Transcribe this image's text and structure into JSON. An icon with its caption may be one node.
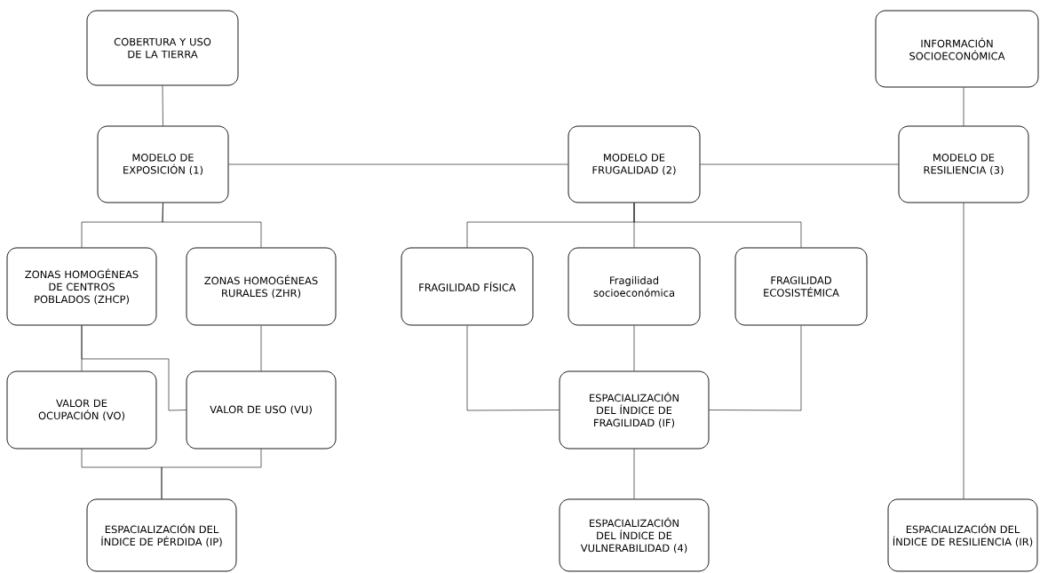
{
  "diagram": {
    "nodes": [
      {
        "text": [
          "COBERTURA Y USO DE LA TIERRA"
        ]
      },
      {
        "text": [
          "INFORMACIÓN SOCIOECONÓMICA"
        ]
      },
      {
        "text": [
          "MODELO DE EXPOSICIÓN (1)"
        ]
      },
      {
        "text": [
          "MODELO DE FRUGALIDAD (2)"
        ]
      },
      {
        "text": [
          "MODELO DE RESILIENCIA (3)"
        ]
      },
      {
        "text": [
          "ZONAS HOMOGÉNEAS DE CENTROS POBLADOS (ZHCP)"
        ]
      },
      {
        "text": [
          "ZONAS HOMOGÉNEAS RURALES (ZHR)"
        ]
      },
      {
        "text": [
          "FRAGILIDAD FÍSICA"
        ]
      },
      {
        "text": [
          "Fragilidad socioeconómica"
        ]
      },
      {
        "text": [
          "FRAGILIDAD ECOSISTÉMICA"
        ]
      },
      {
        "text": [
          "VALOR DE OCUPACIÓN (VO)"
        ]
      },
      {
        "text": [
          "VALOR DE USO (VU)"
        ]
      },
      {
        "text": [
          "ESPACIALIZACIÓN DEL ÍNDICE DE FRAGILIDAD (IF)"
        ]
      },
      {
        "text": [
          "ESPACIALIZACIÓN DEL ÍNDICE DE PÉRDIDA (IP)"
        ]
      },
      {
        "text": [
          "ESPACIALIZACIÓN DEL ÍNDICE DE VULNERABILIDAD (4)"
        ]
      },
      {
        "text": [
          "ESPACIALIZACIÓN DEL ÍNDICE DE RESILIENCIA (IR)"
        ]
      }
    ],
    "edges": [
      {
        "from": 0,
        "to": 2,
        "arrow": "none"
      },
      {
        "from": 1,
        "to": 4,
        "arrow": "none"
      },
      {
        "from": 2,
        "to": 3,
        "arrow": "none"
      },
      {
        "from": 3,
        "to": 4,
        "arrow": "none"
      },
      {
        "from": 2,
        "to": 5,
        "arrow": "none"
      },
      {
        "from": 2,
        "to": 6,
        "arrow": "none"
      },
      {
        "from": 3,
        "to": 7,
        "arrow": "none"
      },
      {
        "from": 3,
        "to": 8,
        "arrow": "none"
      },
      {
        "from": 3,
        "to": 9,
        "arrow": "none"
      },
      {
        "from": 5,
        "to": 10,
        "arrow": "none"
      },
      {
        "from": 5,
        "to": 11,
        "arrow": "none"
      },
      {
        "from": 6,
        "to": 11,
        "arrow": "none"
      },
      {
        "from": 10,
        "to": 13,
        "arrow": "none"
      },
      {
        "from": 11,
        "to": 13,
        "arrow": "none"
      },
      {
        "from": 7,
        "to": 12,
        "arrow": "none"
      },
      {
        "from": 8,
        "to": 12,
        "arrow": "none"
      },
      {
        "from": 9,
        "to": 12,
        "arrow": "none"
      },
      {
        "from": 12,
        "to": 14,
        "arrow": "none"
      },
      {
        "from": 4,
        "to": 15,
        "arrow": "none"
      }
    ]
  }
}
